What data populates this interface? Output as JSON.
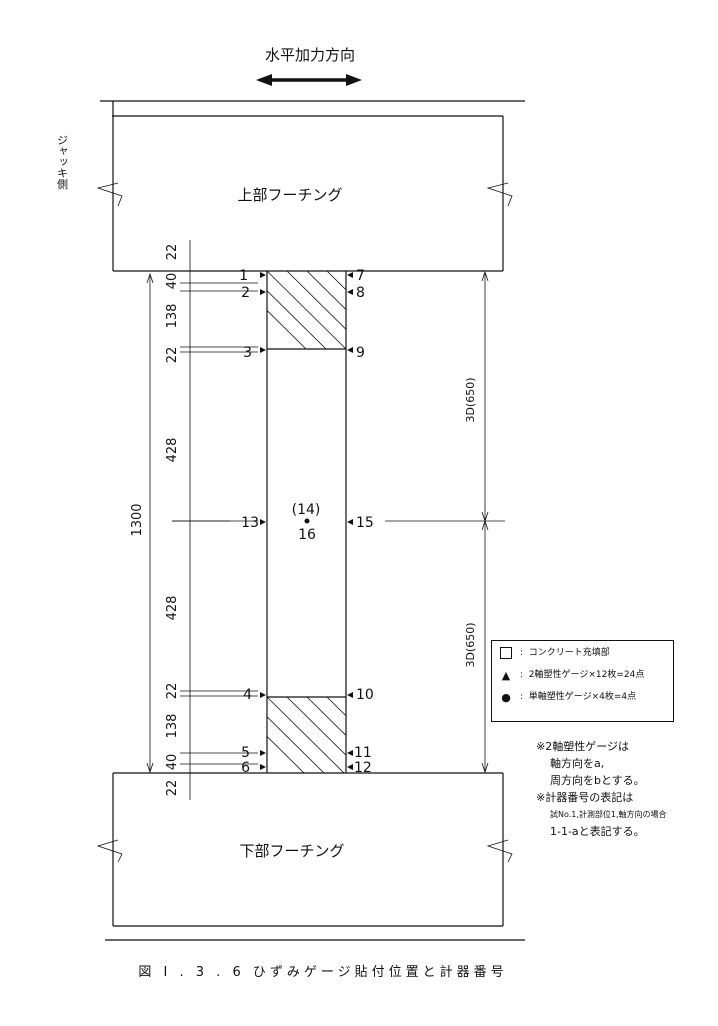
{
  "diagram": {
    "direction_label": "水平加力方向",
    "jack_side_label": "ジャッキ側",
    "upper_footing_label": "上部フーチング",
    "lower_footing_label": "下部フーチング",
    "left_gauges": [
      "1",
      "2",
      "3",
      "13",
      "4",
      "5",
      "6"
    ],
    "right_gauges": [
      "7",
      "8",
      "9",
      "15",
      "10",
      "11",
      "12"
    ],
    "center_gauge_top": "(14)",
    "center_gauge_bottom": "16",
    "dimensions_left": [
      "22",
      "40",
      "138",
      "22",
      "428",
      "428",
      "22",
      "138",
      "40",
      "22"
    ],
    "total_height": "1300",
    "right_dimension_upper": "3D(650)",
    "right_dimension_lower": "3D(650)",
    "caption": "図 I . 3 . 6 ひずみゲージ貼付位置と計器番号"
  },
  "legend": {
    "items": [
      {
        "symbol": "□",
        "separator": ":",
        "text": "コンクリート充填部"
      },
      {
        "symbol": "▲",
        "separator": ":",
        "text": "2軸塑性ゲージ×12枚=24点"
      },
      {
        "symbol": "●",
        "separator": ":",
        "text": "単軸塑性ゲージ×4枚=4点"
      }
    ]
  },
  "notes": {
    "line1": "※2軸塑性ゲージは",
    "line2": "軸方向をa,",
    "line3": "周方向をbとする。",
    "line4": "※計器番号の表記は",
    "line5": "試No.1,計測部位1,軸方向の場合",
    "line6": "1-1-aと表記する。"
  }
}
